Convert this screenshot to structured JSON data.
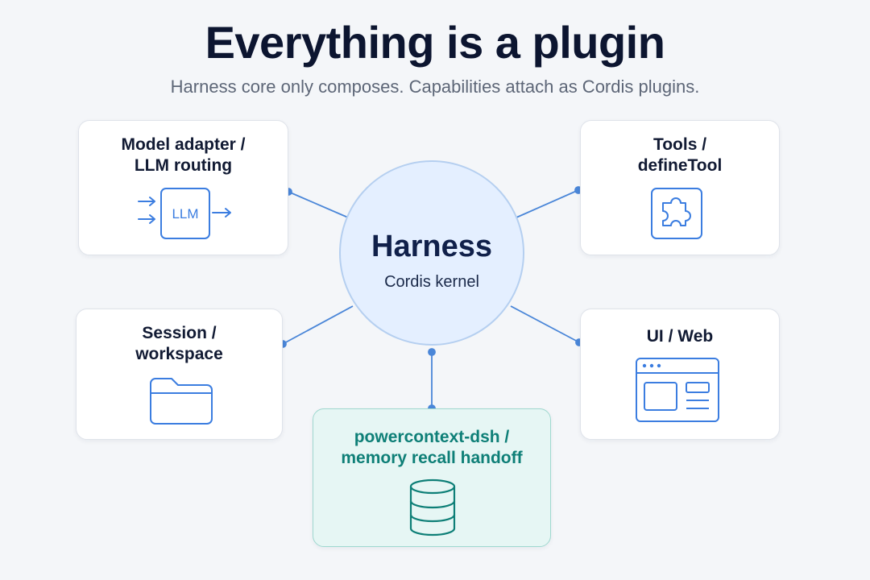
{
  "title": "Everything is a plugin",
  "subtitle": "Harness core only composes. Capabilities attach as Cordis plugins.",
  "hub": {
    "title": "Harness",
    "subtitle": "Cordis kernel"
  },
  "plugins": {
    "model": {
      "label": "Model adapter /\nLLM routing",
      "icon_text": "LLM",
      "icon": "llm-routing-icon"
    },
    "tools": {
      "label": "Tools /\ndefineTool",
      "icon": "puzzle-piece-icon"
    },
    "session": {
      "label": "Session /\nworkspace",
      "icon": "folder-icon"
    },
    "ui": {
      "label": "UI / Web",
      "icon": "browser-window-icon"
    },
    "memory": {
      "label": "powercontext-dsh /\nmemory recall handoff",
      "icon": "database-icon"
    }
  },
  "colors": {
    "connector": "#4a86d8",
    "icon_blue": "#3b7de0",
    "memory_teal": "#0e7f77",
    "hub_fill": "#e4efff"
  }
}
